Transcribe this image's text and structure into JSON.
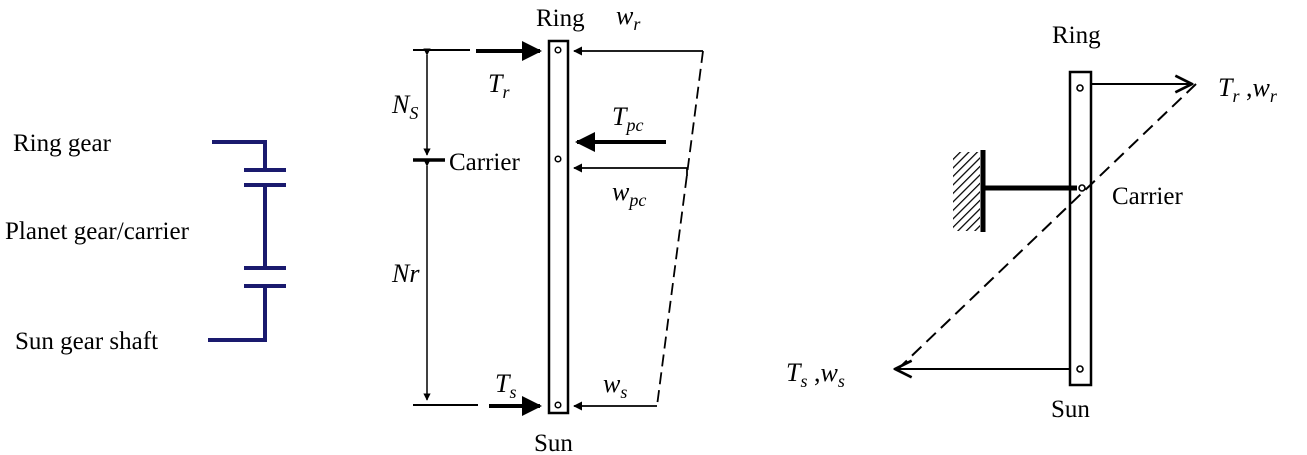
{
  "left_diagram": {
    "ring_gear": "Ring gear",
    "planet_carrier": "Planet gear/carrier",
    "sun_shaft": "Sun gear shaft",
    "line_color": "#1a1a6e"
  },
  "lever_diagram": {
    "top_label": "Ring",
    "bottom_label": "Sun",
    "carrier_label": "Carrier",
    "dim_top": {
      "main": "N",
      "sub": "S"
    },
    "dim_bottom": "Nr",
    "torque_ring": {
      "main": "T",
      "sub": "r"
    },
    "torque_sun": {
      "main": "T",
      "sub": "s"
    },
    "torque_carrier": {
      "main": "T",
      "sub": "pc"
    },
    "speed_ring": {
      "main": "w",
      "sub": "r"
    },
    "speed_carrier": {
      "main": "w",
      "sub": "pc"
    },
    "speed_sun": {
      "main": "w",
      "sub": "s"
    }
  },
  "grounded_diagram": {
    "top_label": "Ring",
    "bottom_label": "Sun",
    "carrier_label": "Carrier",
    "ring_output": {
      "t": "T",
      "t_sub": "r",
      "sep": " ,",
      "w": "w",
      "w_sub": "r"
    },
    "sun_output": {
      "t": "T",
      "t_sub": "s",
      "sep": " ,",
      "w": "w",
      "w_sub": "s"
    }
  }
}
